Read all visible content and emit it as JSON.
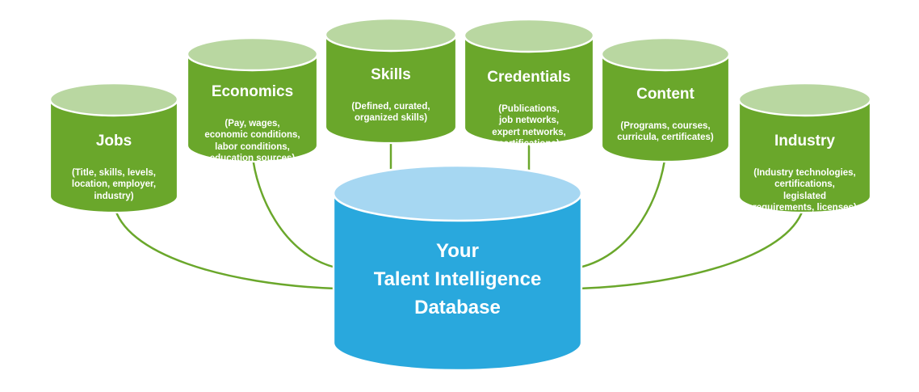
{
  "diagram": {
    "central": {
      "label": "Your\nTalent Intelligence\nDatabase"
    },
    "sources": [
      {
        "id": "jobs",
        "title": "Jobs",
        "details": "(Title, skills, levels,\nlocation, employer,\nindustry)"
      },
      {
        "id": "economics",
        "title": "Economics",
        "details": "(Pay, wages,\neconomic conditions,\nlabor conditions,\neducation sources)"
      },
      {
        "id": "skills",
        "title": "Skills",
        "details": "(Defined, curated,\norganized skills)"
      },
      {
        "id": "credentials",
        "title": "Credentials",
        "details": "(Publications,\njob networks,\nexpert networks,\ncertifications)"
      },
      {
        "id": "content",
        "title": "Content",
        "details": "(Programs, courses,\ncurricula, certificates)"
      },
      {
        "id": "industry",
        "title": "Industry",
        "details": "(Industry technologies,\ncertifications,\nlegislated\nrequirements, licenses)"
      }
    ]
  },
  "colors": {
    "green_body": "#6aa72b",
    "green_top": "#b9d7a1",
    "blue_body": "#29a8dd",
    "blue_top": "#a6d7f2",
    "connector": "#6aa72b",
    "outline": "#ffffff",
    "label_text": "#ffffff",
    "background": "#ffffff"
  }
}
